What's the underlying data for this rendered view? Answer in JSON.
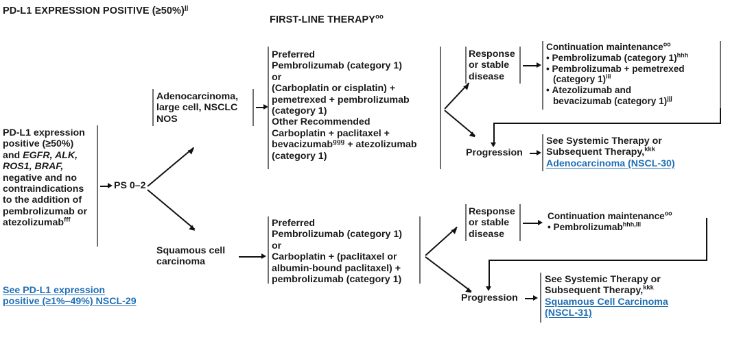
{
  "headings": {
    "left": "PD-L1 EXPRESSION POSITIVE (≥50%)",
    "left_sup": "jj",
    "center": "FIRST-LINE THERAPY",
    "center_sup": "oo"
  },
  "entry": {
    "line1": "PD-L1 expression",
    "line2": "positive (≥50%)",
    "line3_pre": "and ",
    "line3_genes": "EGFR, ALK,",
    "line4_genes": "ROS1, BRAF,",
    "line5": "negative and no",
    "line6": "contraindications",
    "line7": "to the addition of",
    "line8": "pembrolizumab or",
    "line9": "atezolizumab",
    "line9_sup": "fff"
  },
  "entry_link": {
    "line1": "See PD-L1 expression",
    "line2": "positive (≥1%–49%) NSCL-29"
  },
  "ps_label": "PS 0–2",
  "histology": {
    "adeno": [
      "Adenocarcinoma,",
      "large cell, NSCLC",
      "NOS"
    ],
    "squamous": [
      "Squamous cell",
      "carcinoma"
    ]
  },
  "therapy_adeno": {
    "header1": "Preferred",
    "lines1": [
      "Pembrolizumab (category 1)",
      "or",
      "(Carboplatin or cisplatin) +",
      "pemetrexed + pembrolizumab",
      "(category 1)"
    ],
    "header2": "Other Recommended",
    "lines2_a": "Carboplatin + paclitaxel +",
    "lines2_b_pre": "bevacizumab",
    "lines2_b_sup": "ggg",
    "lines2_b_post": " + atezolizumab",
    "lines2_c": "(category 1)"
  },
  "therapy_squamous": {
    "header1": "Preferred",
    "lines1": [
      "Pembrolizumab (category 1)",
      "or",
      "Carboplatin + (paclitaxel or",
      "albumin-bound paclitaxel) +",
      "pembrolizumab (category 1)"
    ]
  },
  "outcomes": {
    "response": [
      "Response",
      "or stable",
      "disease"
    ],
    "progression": "Progression"
  },
  "maintenance_adeno": {
    "title": "Continuation maintenance",
    "title_sup": "oo",
    "items": [
      {
        "text": "Pembrolizumab (category 1)",
        "sup": "hhh"
      },
      {
        "text": "Pembrolizumab + pemetrexed",
        "sup": "",
        "cont": "(category 1)",
        "cont_sup": "iii"
      },
      {
        "text": "Atezolizumab and",
        "sup": "",
        "cont": "bevacizumab (category 1)",
        "cont_sup": "jjj"
      }
    ]
  },
  "maintenance_squamous": {
    "title": "Continuation maintenance",
    "title_sup": "oo",
    "item": "Pembrolizumab",
    "item_sup": "hhh,lll"
  },
  "subsequent_adeno": {
    "line1": "See Systemic Therapy or",
    "line2": "Subsequent Therapy,",
    "line2_sup": "kkk",
    "link": "Adenocarcinoma (NSCL-30)"
  },
  "subsequent_squamous": {
    "line1": "See Systemic Therapy or",
    "line2": "Subsequent Therapy,",
    "line2_sup": "kkk",
    "link1": "Squamous Cell Carcinoma",
    "link2": "(NSCL-31)"
  },
  "colors": {
    "link": "#1f6fb5",
    "rule": "#6f6f6f",
    "text": "#1a1a1a"
  }
}
